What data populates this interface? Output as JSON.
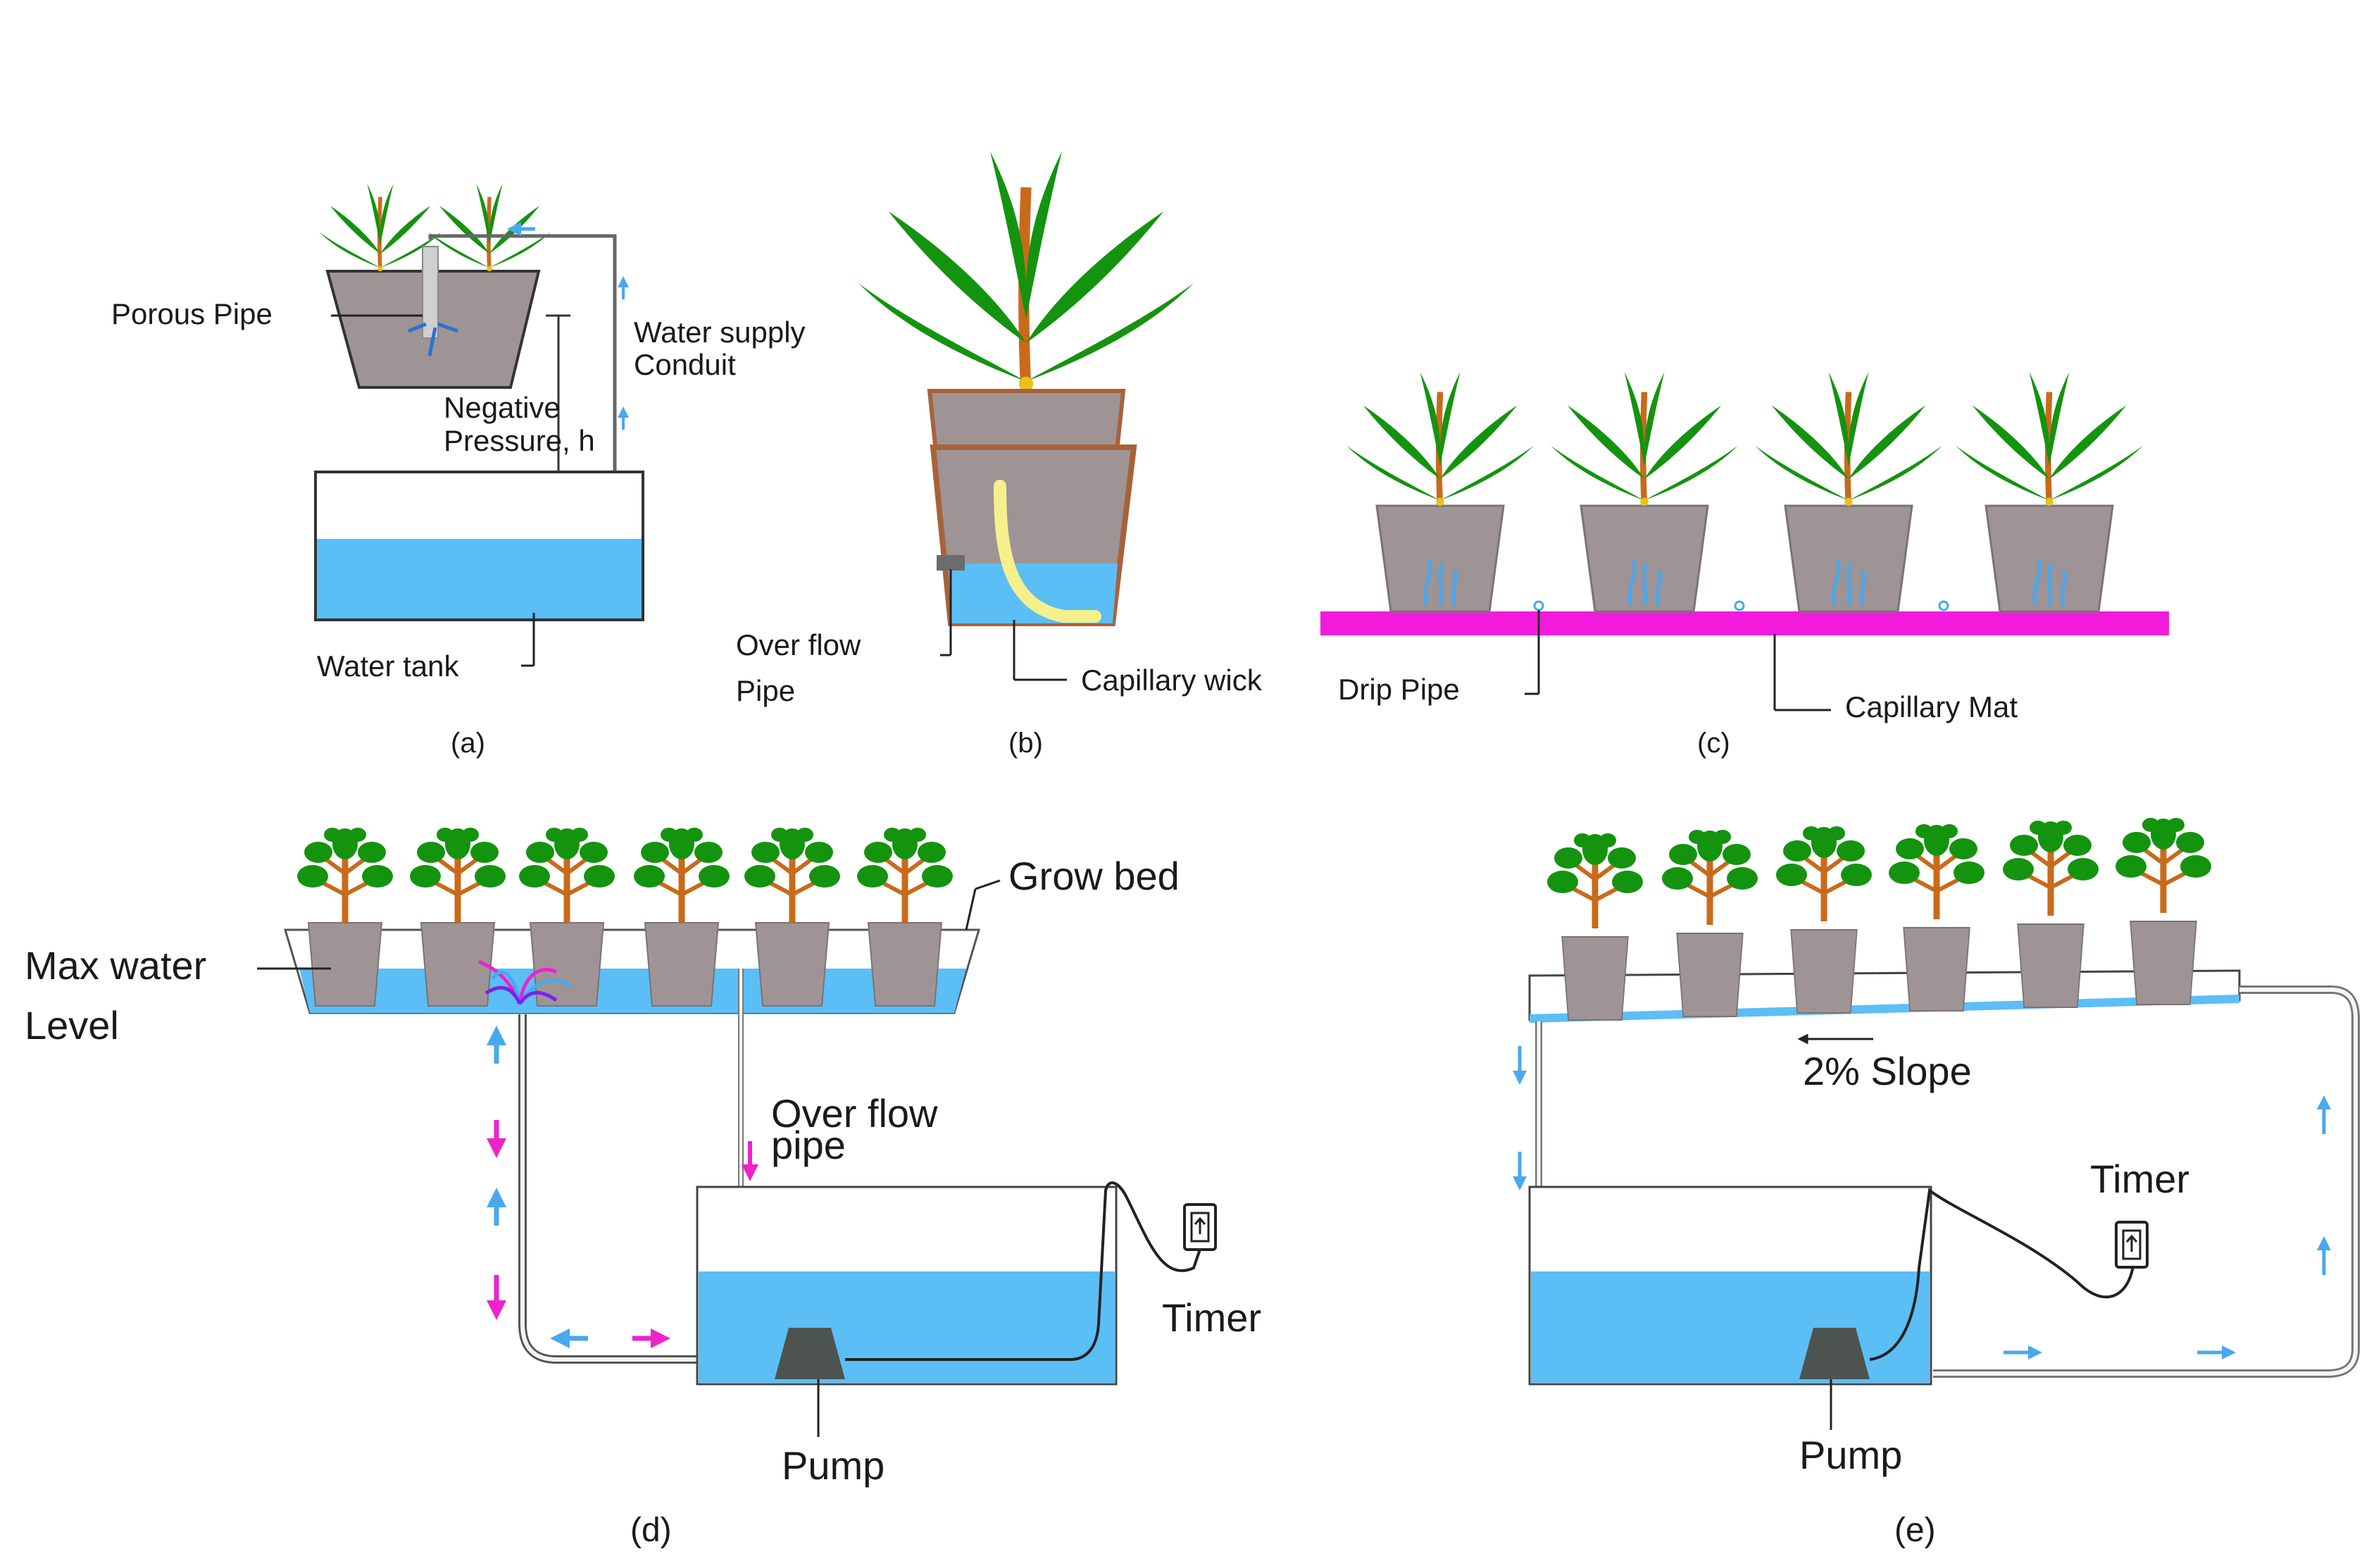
{
  "panel_a": {
    "caption": "(a)",
    "labels": {
      "porous_pipe": "Porous Pipe",
      "water_supply_1": "Water supply",
      "water_supply_2": "Conduit",
      "negative_1": "Negative",
      "negative_2": "Pressure, h",
      "water_tank": "Water tank"
    }
  },
  "panel_b": {
    "caption": "(b)",
    "labels": {
      "overflow_1": "Over flow",
      "overflow_2": "Pipe",
      "capillary_wick": "Capillary wick"
    }
  },
  "panel_c": {
    "caption": "(c)",
    "labels": {
      "drip_pipe": "Drip Pipe",
      "capillary_mat": "Capillary Mat"
    }
  },
  "panel_d": {
    "caption": "(d)",
    "labels": {
      "grow_bed": "Grow bed",
      "max_water_1": "Max water",
      "max_water_2": "Level",
      "overflow_1": "Over flow",
      "overflow_2": "pipe",
      "timer": "Timer",
      "pump": "Pump"
    }
  },
  "panel_e": {
    "caption": "(e)",
    "labels": {
      "slope": "2% Slope",
      "timer": "Timer",
      "pump": "Pump"
    }
  },
  "colors": {
    "water": "#5bbef5",
    "pot": "#9e9495",
    "leaf": "#14930f",
    "stem": "#c96a1b",
    "mat": "#f21bdc",
    "arrow_blue": "#4aa8ef",
    "arrow_magenta": "#ee22cc",
    "wick": "#f5f08c"
  }
}
